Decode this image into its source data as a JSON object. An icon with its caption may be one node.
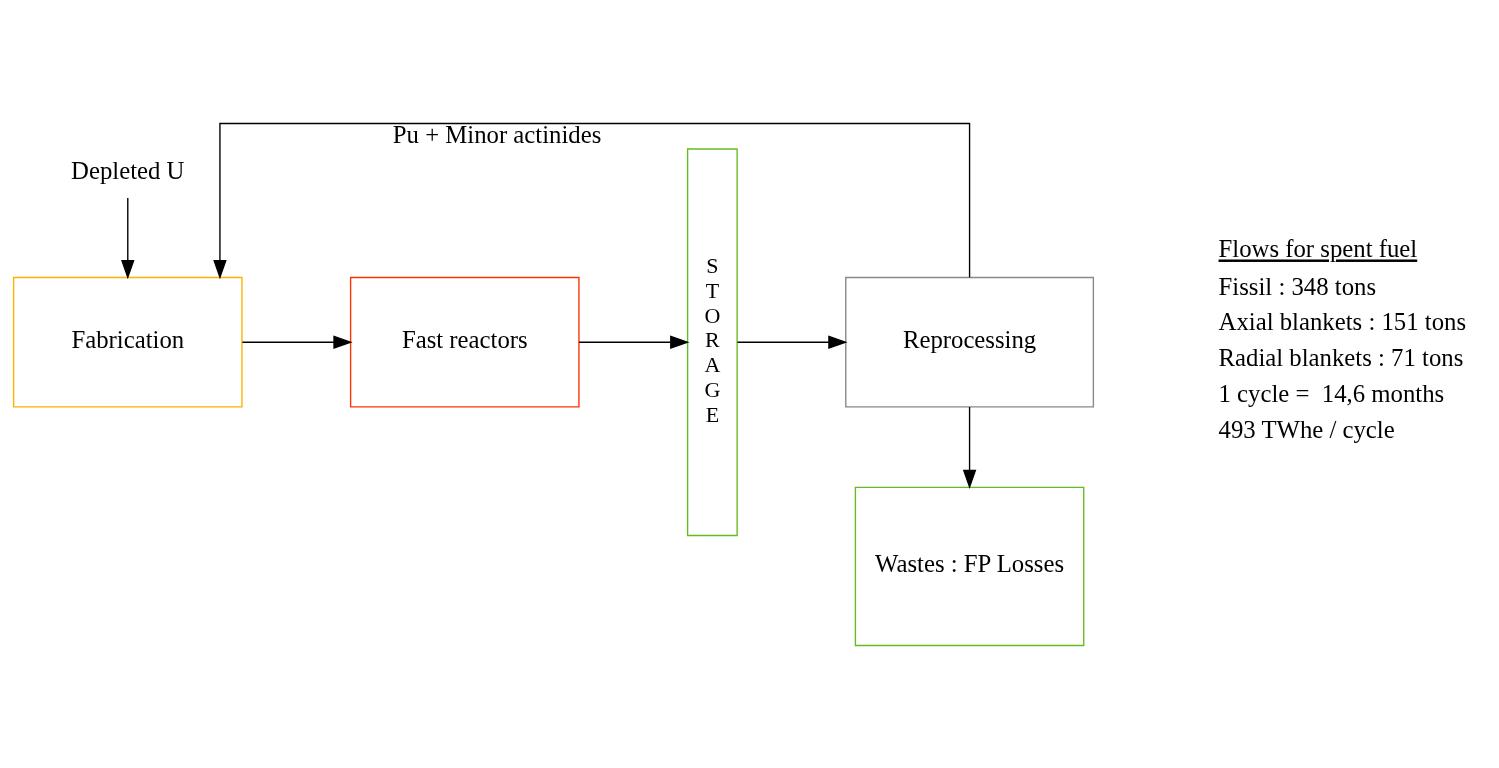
{
  "diagram": {
    "nodes": [
      {
        "text": [
          "Depleted U"
        ]
      },
      {
        "text": [
          "Fabrication"
        ]
      },
      {
        "text": [
          "Fast reactors"
        ]
      },
      {
        "text": [
          "S T O R A G E"
        ]
      },
      {
        "text": [
          "Reprocessing"
        ]
      },
      {
        "text": [
          "Wastes : FP Losses"
        ]
      }
    ],
    "edges": [
      {
        "from": 0,
        "to": 1,
        "arrow": "to"
      },
      {
        "from": 1,
        "to": 2,
        "arrow": "to"
      },
      {
        "from": 2,
        "to": 3,
        "arrow": "to"
      },
      {
        "from": 3,
        "to": 4,
        "arrow": "to"
      },
      {
        "from": 4,
        "to": 5,
        "arrow": "to"
      },
      {
        "from": 4,
        "to": 1,
        "arrow": "to",
        "label": "Pu + Minor actinides"
      }
    ],
    "labels": [
      "Flows for spent fuel",
      "Fissil : 348 tons",
      "Axial blankets : 151 tons",
      "Radial blankets : 71 tons",
      "1 cycle =  14,6 months",
      "493 TWhe / cycle"
    ]
  }
}
